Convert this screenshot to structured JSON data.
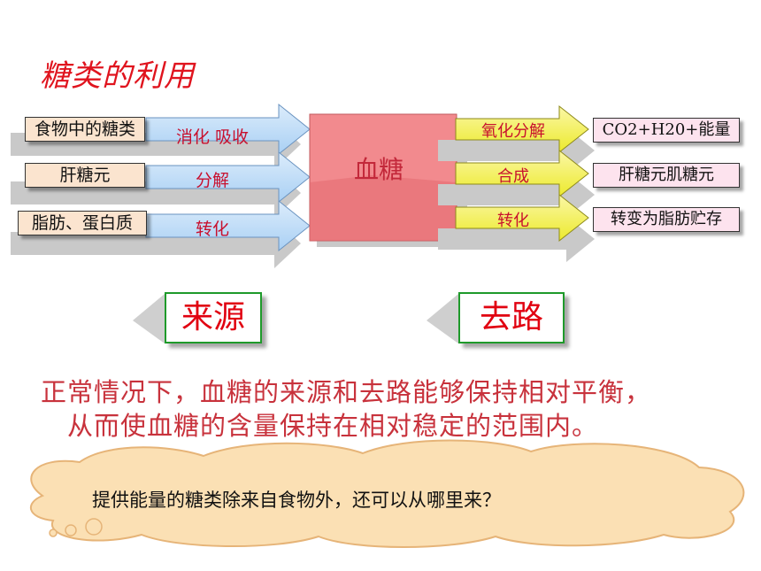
{
  "title": "糖类的利用",
  "sources": [
    {
      "label": "食物中的糖类",
      "process": "消化 吸收"
    },
    {
      "label": "肝糖元",
      "process": "分解"
    },
    {
      "label": "脂肪、蛋白质",
      "process": "转化"
    }
  ],
  "center": "血糖",
  "destinations": [
    {
      "process": "氧化分解",
      "label": "CO2+H20+能量"
    },
    {
      "process": "合成",
      "label": "肝糖元肌糖元"
    },
    {
      "process": "转化",
      "label": "转变为脂肪贮存"
    }
  ],
  "source_role": "来源",
  "destination_role": "去路",
  "paragraph_line1": "正常情况下，血糖的来源和去路能够保持相对平衡，",
  "paragraph_line2": "从而使血糖的含量保持在相对稳定的范围内。",
  "question": "提供能量的糖类除来自食物外，还可以从哪里来？",
  "colors": {
    "title": "#e0141e",
    "source_box": "#fbe4cf",
    "dest_box": "#fde3ee",
    "blue_arrow": "#bcdcf8",
    "yellow_arrow": "#f7f36a",
    "center_block": "#f28a8e",
    "role_border": "#1e9a2a",
    "role_text": "#e10010",
    "paragraph": "#c8323c",
    "cloud": "#fbe0b4"
  }
}
